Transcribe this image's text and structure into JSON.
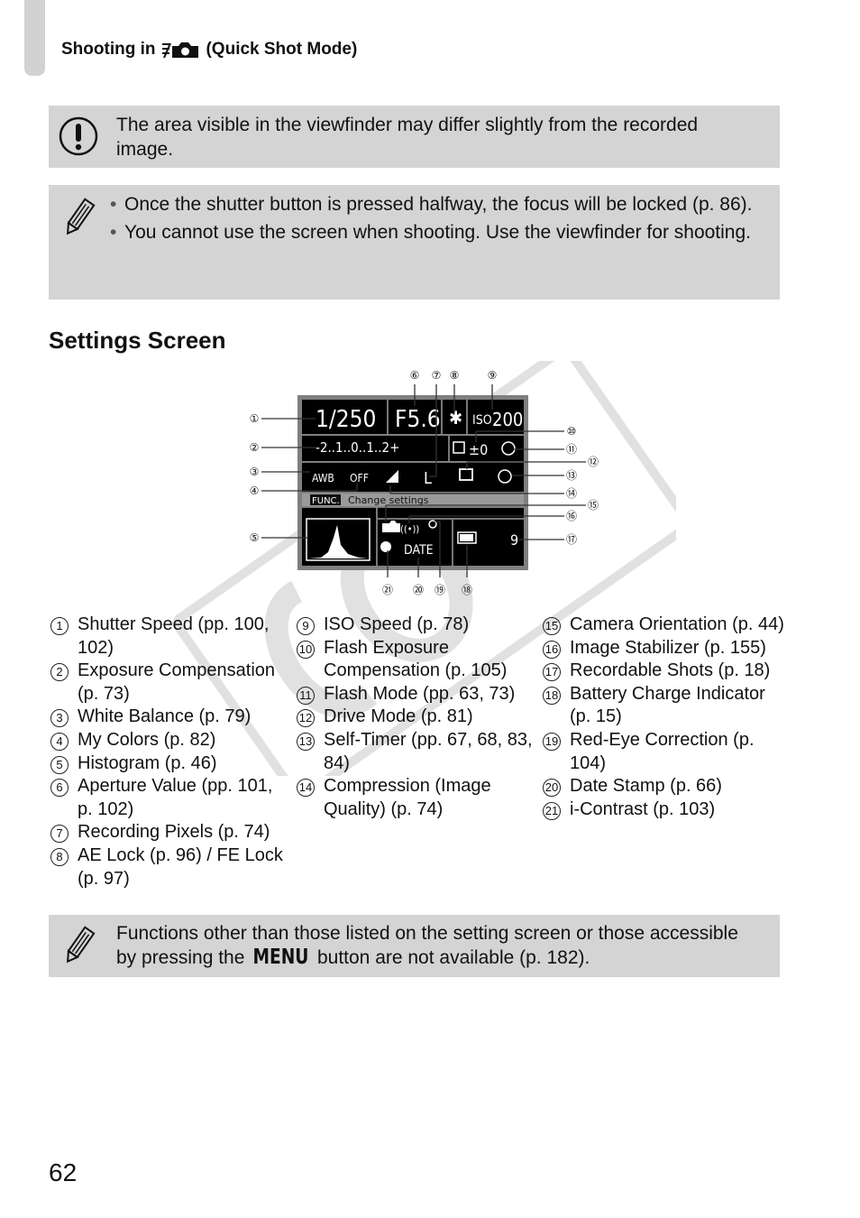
{
  "header": {
    "title_prefix": "Shooting in",
    "title_suffix": "(Quick Shot Mode)",
    "mode_icon": "quick-shot-camera-icon"
  },
  "caution_note": {
    "icon": "exclamation-circle-icon",
    "text": "The area visible in the viewfinder may differ slightly from the recorded image."
  },
  "memo_note": {
    "icon": "pencil-icon",
    "bullets": [
      "Once the shutter button is pressed halfway, the focus will be locked (p. 86).",
      "You cannot use the screen when shooting. Use the viewfinder for shooting."
    ]
  },
  "section_title": "Settings Screen",
  "screen": {
    "shutter": "1/250",
    "aperture": "F5.6",
    "ae_lock": "✱",
    "iso_label": "ISO",
    "iso_value": "200",
    "exposure_scale": "-2..1..0..1..2+",
    "flash_exposure": "±0",
    "func_label": "FUNC.",
    "func_text": "Change settings",
    "date_label": "DATE",
    "shots": "9",
    "wb": "AWB",
    "mycolors": "OFF",
    "quality": "L"
  },
  "callouts": [
    "①",
    "②",
    "③",
    "④",
    "⑤",
    "⑥",
    "⑦",
    "⑧",
    "⑨",
    "⑩",
    "⑪",
    "⑫",
    "⑬",
    "⑭",
    "⑮",
    "⑯",
    "⑰",
    "⑱",
    "⑲",
    "⑳",
    "㉑"
  ],
  "legend": {
    "col1": [
      {
        "num": "1",
        "text": "Shutter Speed (pp. 100, 102)"
      },
      {
        "num": "2",
        "text": "Exposure Compensation (p. 73)"
      },
      {
        "num": "3",
        "text": "White Balance (p. 79)"
      },
      {
        "num": "4",
        "text": "My Colors (p. 82)"
      },
      {
        "num": "5",
        "text": "Histogram (p. 46)"
      },
      {
        "num": "6",
        "text": "Aperture Value (pp. 101, p. 102)"
      },
      {
        "num": "7",
        "text": "Recording Pixels (p. 74)"
      },
      {
        "num": "8",
        "text": "AE Lock (p. 96) / FE Lock (p. 97)"
      }
    ],
    "col2": [
      {
        "num": "9",
        "text": "ISO Speed (p. 78)"
      },
      {
        "num": "10",
        "text": "Flash Exposure Compensation (p. 105)"
      },
      {
        "num": "11",
        "text": "Flash Mode (pp. 63, 73)"
      },
      {
        "num": "12",
        "text": "Drive Mode (p. 81)"
      },
      {
        "num": "13",
        "text": "Self-Timer (pp. 67, 68, 83, 84)"
      },
      {
        "num": "14",
        "text": "Compression (Image Quality) (p. 74)"
      }
    ],
    "col3": [
      {
        "num": "15",
        "text": "Camera Orientation (p. 44)"
      },
      {
        "num": "16",
        "text": "Image Stabilizer (p. 155)"
      },
      {
        "num": "17",
        "text": "Recordable Shots (p. 18)"
      },
      {
        "num": "18",
        "text": "Battery Charge Indicator (p. 15)"
      },
      {
        "num": "19",
        "text": "Red-Eye Correction (p. 104)"
      },
      {
        "num": "20",
        "text": "Date Stamp (p. 66)"
      },
      {
        "num": "21",
        "text": "i-Contrast (p. 103)"
      }
    ]
  },
  "bottom_note": {
    "icon": "pencil-icon",
    "text_before": "Functions other than those listed on the setting screen or those accessible by pressing the",
    "menu_word": "MENU",
    "text_after": "button are not available (p. 182)."
  },
  "page_number": "62"
}
